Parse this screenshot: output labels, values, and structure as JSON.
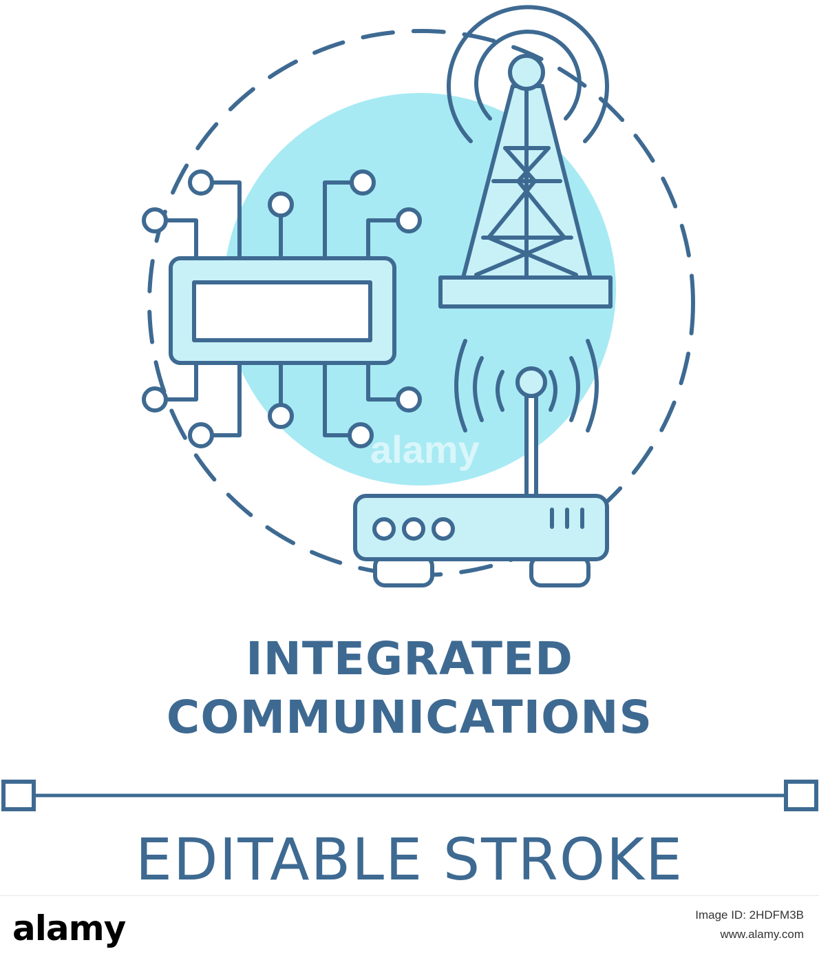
{
  "colors": {
    "stroke": "#3e6a92",
    "fill_light": "#c7f1f7",
    "circle_fill": "#a7eaf3",
    "background": "#ffffff"
  },
  "icon": {
    "semantic": "integrated-communications-icon",
    "parts": [
      "circuit-chip-icon",
      "radio-tower-icon",
      "wifi-router-icon",
      "signal-waves-icon"
    ]
  },
  "title": {
    "line1": "INTEGRATED",
    "line2": "COMMUNICATIONS"
  },
  "caption": "EDITABLE STROKE",
  "watermark": "alamy",
  "footer": {
    "logo": "alamy",
    "image_id": "Image ID: 2HDFM3B",
    "site": "www.alamy.com"
  }
}
